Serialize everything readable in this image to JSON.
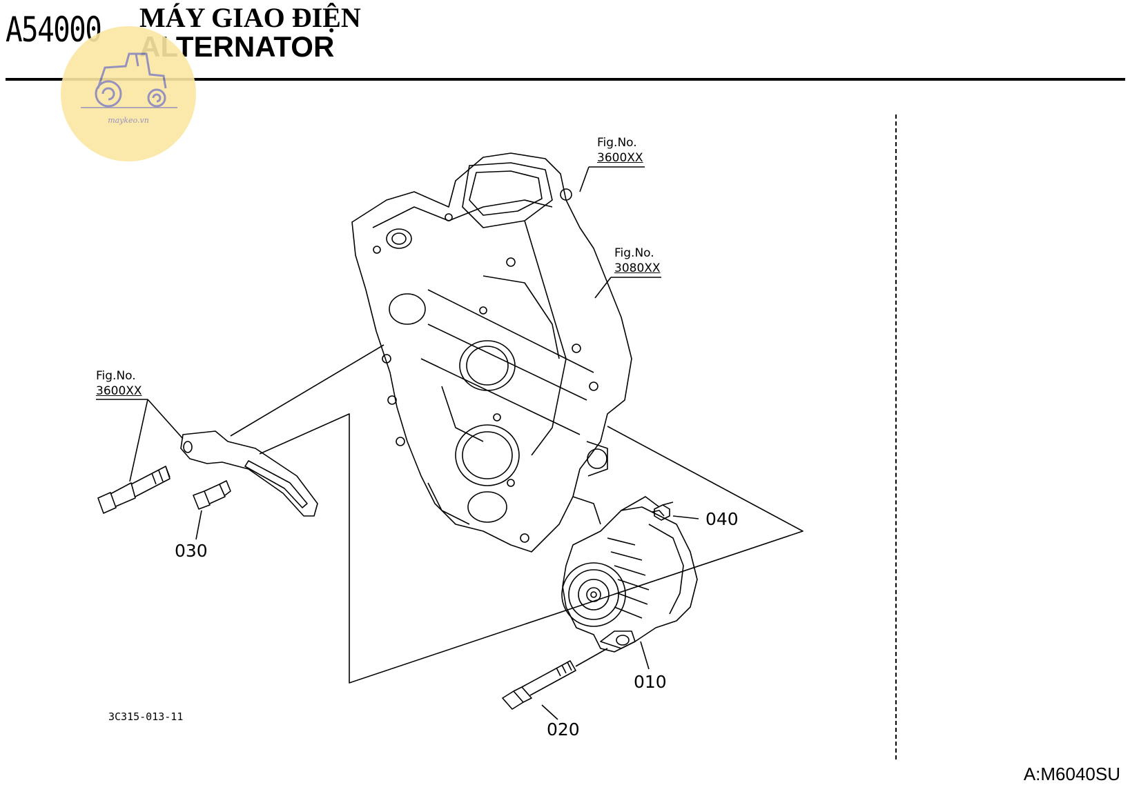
{
  "header": {
    "code": "A54000",
    "title_vn": "MÁY GIAO ĐIỆN",
    "title_en": "ALTERNATOR"
  },
  "logo": {
    "text": "maykeo.vn",
    "icon": "tractor-icon",
    "color": "#fbe7a3"
  },
  "refs": [
    {
      "label": "Fig.No.",
      "number": "3600XX"
    },
    {
      "label": "Fig.No.",
      "number": "3080XX"
    },
    {
      "label": "Fig.No.",
      "number": "3600XX"
    }
  ],
  "parts": {
    "p010": "010",
    "p020": "020",
    "p030": "030",
    "p040": "040"
  },
  "drawing_number": "3C315-013-11",
  "footer": "A:M6040SU"
}
